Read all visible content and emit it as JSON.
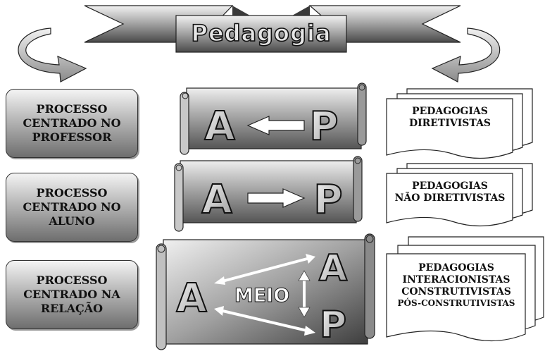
{
  "banner": {
    "title": "Pedagogia"
  },
  "left_boxes": [
    {
      "lines": [
        "PROCESSO",
        "CENTRADO NO",
        "PROFESSOR"
      ]
    },
    {
      "lines": [
        "PROCESSO",
        "CENTRADO NO",
        "ALUNO"
      ]
    },
    {
      "lines": [
        "PROCESSO",
        "CENTRADO NA",
        "RELAÇÃO"
      ]
    }
  ],
  "scrolls": [
    {
      "left_letter": "A",
      "right_letter": "P"
    },
    {
      "left_letter": "A",
      "right_letter": "P"
    },
    {
      "left_letter": "A",
      "middle": "MEIO",
      "top_right_letter": "A",
      "bottom_right_letter": "P"
    }
  ],
  "right_docs": [
    {
      "lines": [
        "PEDAGOGIAS",
        "DIRETIVISTAS"
      ]
    },
    {
      "lines": [
        "PEDAGOGIAS",
        "NÃO DIRETIVISTAS"
      ]
    },
    {
      "lines": [
        "PEDAGOGIAS",
        "INTERACIONISTAS",
        "CONSTRUTIVISTAS",
        "PÓS-CONSTRUTIVISTAS"
      ]
    }
  ]
}
